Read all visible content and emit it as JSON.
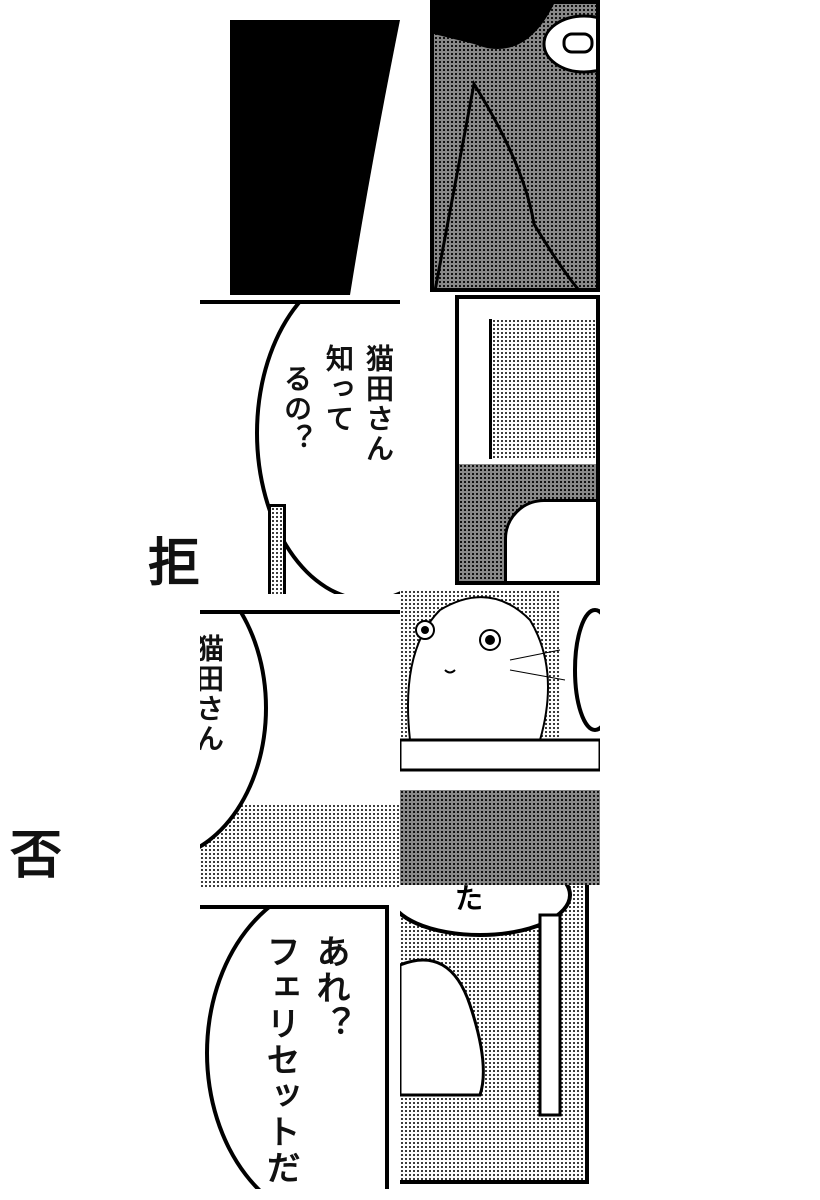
{
  "tiles": {
    "panel_c": {
      "lines": [
        "猫田さん",
        "知って",
        "るの？"
      ]
    },
    "panel_e": {
      "lines": [
        "猫田さん"
      ]
    },
    "panel_g": {
      "lines": [
        "あれ？",
        "フェリセットだ"
      ]
    },
    "panel_h": {
      "fragment": "た"
    }
  },
  "sfx": {
    "first": "拒",
    "second": "否"
  },
  "colors": {
    "ink": "#000000",
    "paper": "#ffffff",
    "tone": "#888888"
  }
}
